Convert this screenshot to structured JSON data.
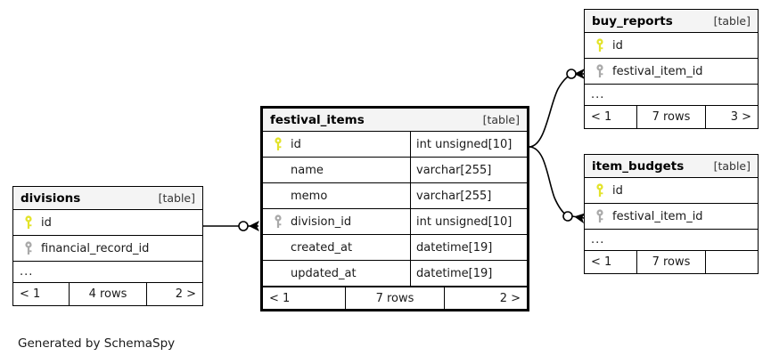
{
  "diagram": {
    "caption": "Generated by SchemaSpy",
    "table_tag": "[table]",
    "ellipsis": "...",
    "colors": {
      "primary_key": "#e3e32a",
      "foreign_key": "#a9a9a9",
      "border": "#000000",
      "header_background": "#f4f4f4",
      "canvas_background": "#ffffff"
    }
  },
  "tables": {
    "festival_items": {
      "name": "festival_items",
      "tag": "[table]",
      "focused": true,
      "columns": [
        {
          "key": "primary-key",
          "name": "id",
          "type": "int unsigned[10]"
        },
        {
          "key": "none",
          "name": "name",
          "type": "varchar[255]"
        },
        {
          "key": "none",
          "name": "memo",
          "type": "varchar[255]"
        },
        {
          "key": "foreign-key",
          "name": "division_id",
          "type": "int unsigned[10]"
        },
        {
          "key": "none",
          "name": "created_at",
          "type": "datetime[19]"
        },
        {
          "key": "none",
          "name": "updated_at",
          "type": "datetime[19]"
        }
      ],
      "footer": {
        "prev": "< 1",
        "rows": "7 rows",
        "next": "2 >"
      }
    },
    "divisions": {
      "name": "divisions",
      "tag": "[table]",
      "focused": false,
      "columns": [
        {
          "key": "primary-key",
          "name": "id"
        },
        {
          "key": "foreign-key",
          "name": "financial_record_id"
        }
      ],
      "ellipsis": "...",
      "footer": {
        "prev": "< 1",
        "rows": "4 rows",
        "next": "2 >"
      }
    },
    "buy_reports": {
      "name": "buy_reports",
      "tag": "[table]",
      "focused": false,
      "columns": [
        {
          "key": "primary-key",
          "name": "id"
        },
        {
          "key": "foreign-key",
          "name": "festival_item_id"
        }
      ],
      "ellipsis": "...",
      "footer": {
        "prev": "< 1",
        "rows": "7 rows",
        "next": "3 >"
      }
    },
    "item_budgets": {
      "name": "item_budgets",
      "tag": "[table]",
      "focused": false,
      "columns": [
        {
          "key": "primary-key",
          "name": "id"
        },
        {
          "key": "foreign-key",
          "name": "festival_item_id"
        }
      ],
      "ellipsis": "...",
      "footer": {
        "prev": "< 1",
        "rows": "7 rows",
        "next": ""
      }
    }
  },
  "relationships": [
    {
      "from": "divisions.id",
      "to": "festival_items.division_id",
      "style": "zero-or-more"
    },
    {
      "from": "festival_items.id",
      "to": "buy_reports.festival_item_id",
      "style": "zero-or-more"
    },
    {
      "from": "festival_items.id",
      "to": "item_budgets.festival_item_id",
      "style": "zero-or-more"
    }
  ]
}
